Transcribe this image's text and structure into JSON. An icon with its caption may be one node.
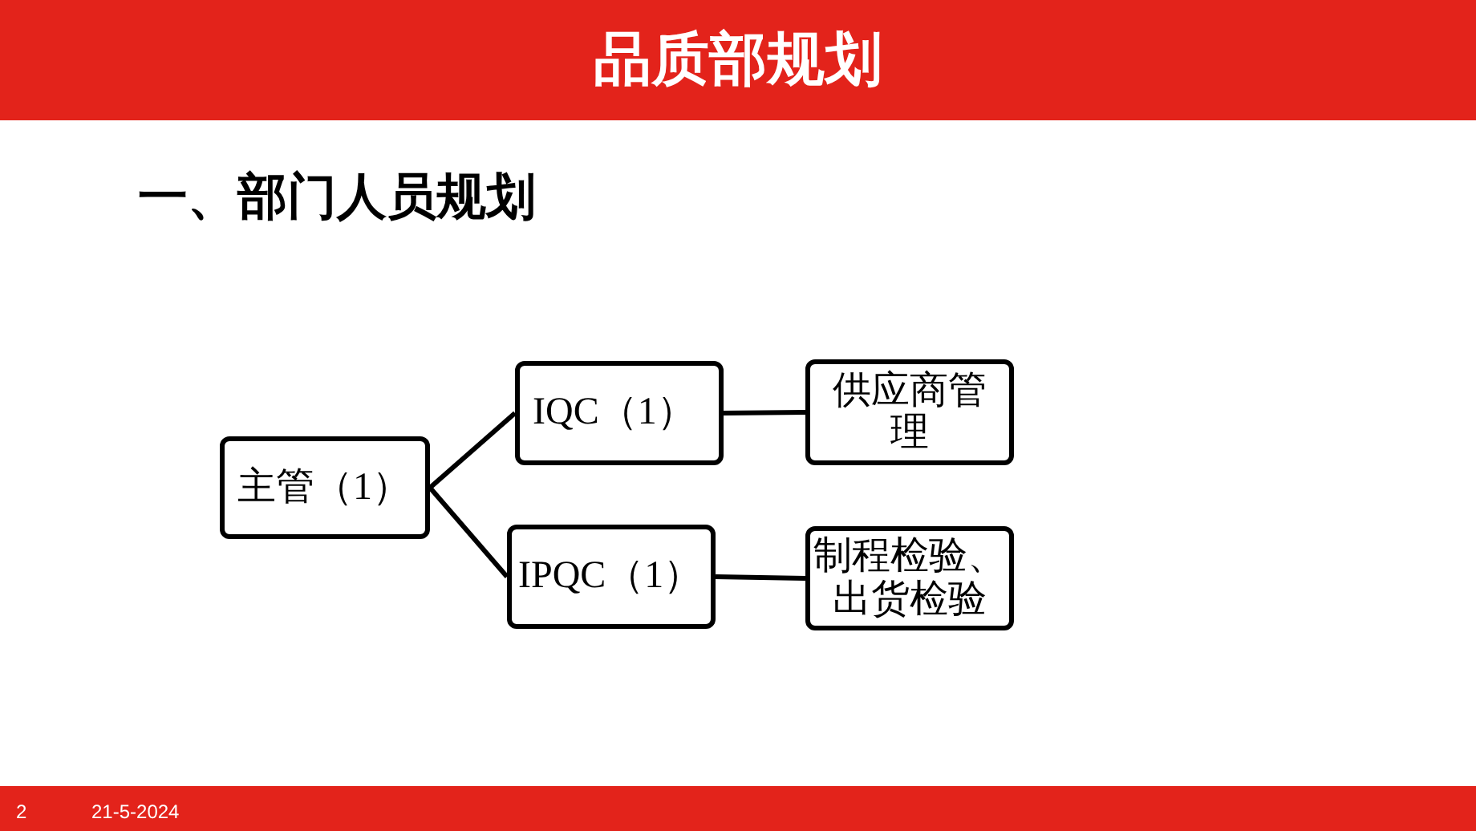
{
  "diagram": {
    "title": "品质部规划",
    "nodes": [
      {
        "text": [
          "主管（1）"
        ]
      },
      {
        "text": [
          "IQC（1）"
        ]
      },
      {
        "text": [
          "IPQC（1）"
        ]
      },
      {
        "text": [
          "供应商管理"
        ]
      },
      {
        "text": [
          "制程检验、出货检验"
        ]
      }
    ],
    "edges": [
      {
        "from": 0,
        "to": 1,
        "arrow": "none"
      },
      {
        "from": 0,
        "to": 2,
        "arrow": "none"
      },
      {
        "from": 1,
        "to": 3,
        "arrow": "none"
      },
      {
        "from": 2,
        "to": 4,
        "arrow": "none"
      }
    ],
    "labels": [
      "一、部门人员规划",
      "2",
      "21-5-2024"
    ]
  }
}
